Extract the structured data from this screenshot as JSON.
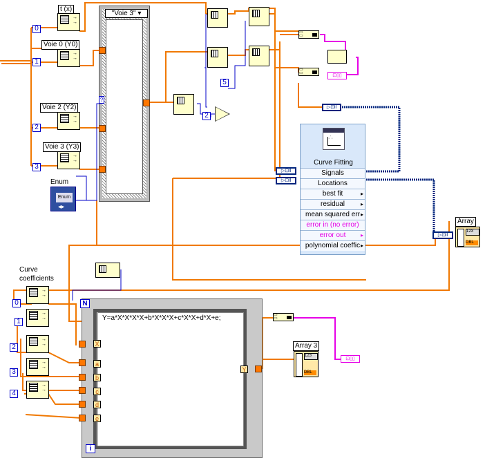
{
  "labels": {
    "tx": "t (x)",
    "voie0": "Voie 0 (Y0)",
    "voie2": "Voie 2 (Y2)",
    "voie3": "Voie 3 (Y3)",
    "enum": "Enum",
    "curve_coeff_1": "Curve",
    "curve_coeff_2": "coefficients",
    "array": "Array",
    "array3": "Array 3"
  },
  "case_selector": "\"Voie 3\" ▾",
  "constants": {
    "c0": "0",
    "c1": "1",
    "c2": "2",
    "c3": "3",
    "c5": "5",
    "c2b": "2",
    "k0": "0",
    "k1": "1",
    "k2": "2",
    "k3": "3",
    "k4": "4"
  },
  "enum_text": "Enum",
  "curve_fitting": {
    "title": "Curve Fitting",
    "rows": [
      "Signals",
      "Locations",
      "best fit",
      "residual",
      "mean squared err",
      "error in (no error)",
      "error out",
      "polynomial coeffic"
    ]
  },
  "formula": {
    "text": "Y=a*X*X*X*X+b*X*X*X+c*X*X+d*X+e;",
    "inputs": [
      "X",
      "a",
      "b",
      "c",
      "d",
      "e"
    ],
    "output": "Y"
  },
  "loop_terminals": {
    "n": "N",
    "i": "i"
  },
  "indicator_values": {
    "array": "123",
    "array3": "123",
    "dbl": "DBL"
  },
  "colors": {
    "wire_orange": "#f07800",
    "wire_pink": "#e600e6",
    "wire_navy": "#00247d",
    "wire_blue": "#0000c8"
  }
}
